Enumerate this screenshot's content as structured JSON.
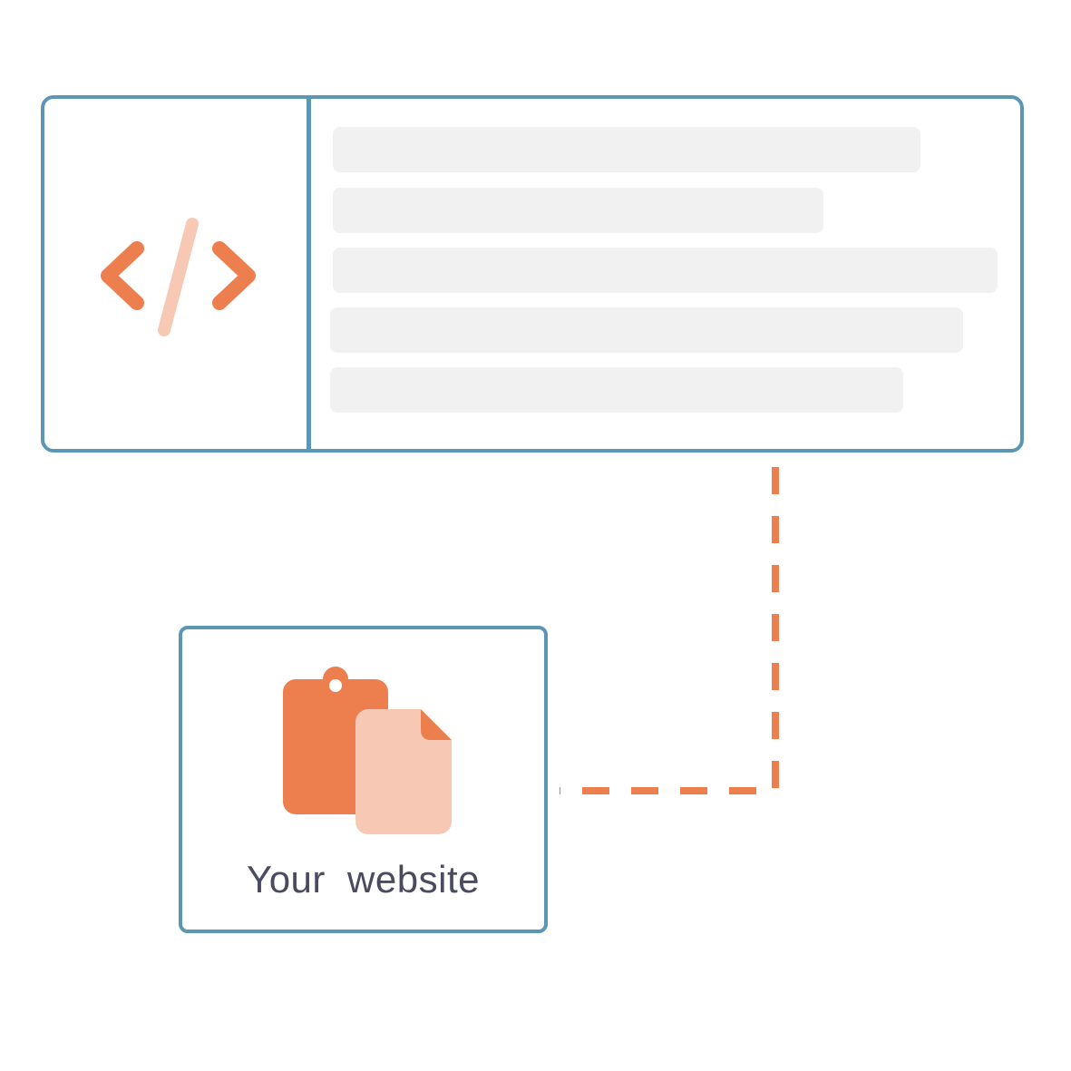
{
  "diagram": {
    "code_panel": {
      "icon": "code-brackets-icon",
      "placeholder_lines": 5
    },
    "website_panel": {
      "icon": "clipboard-document-icon",
      "label": "Your website"
    },
    "connector": {
      "style": "dashed",
      "from": "code_panel",
      "to": "website_panel"
    },
    "colors": {
      "border": "#5b97b4",
      "accent": "#ed7f4f",
      "accent_light": "#f7c9b4",
      "placeholder": "#f1f1f1",
      "label_text": "#4a4a60"
    }
  }
}
